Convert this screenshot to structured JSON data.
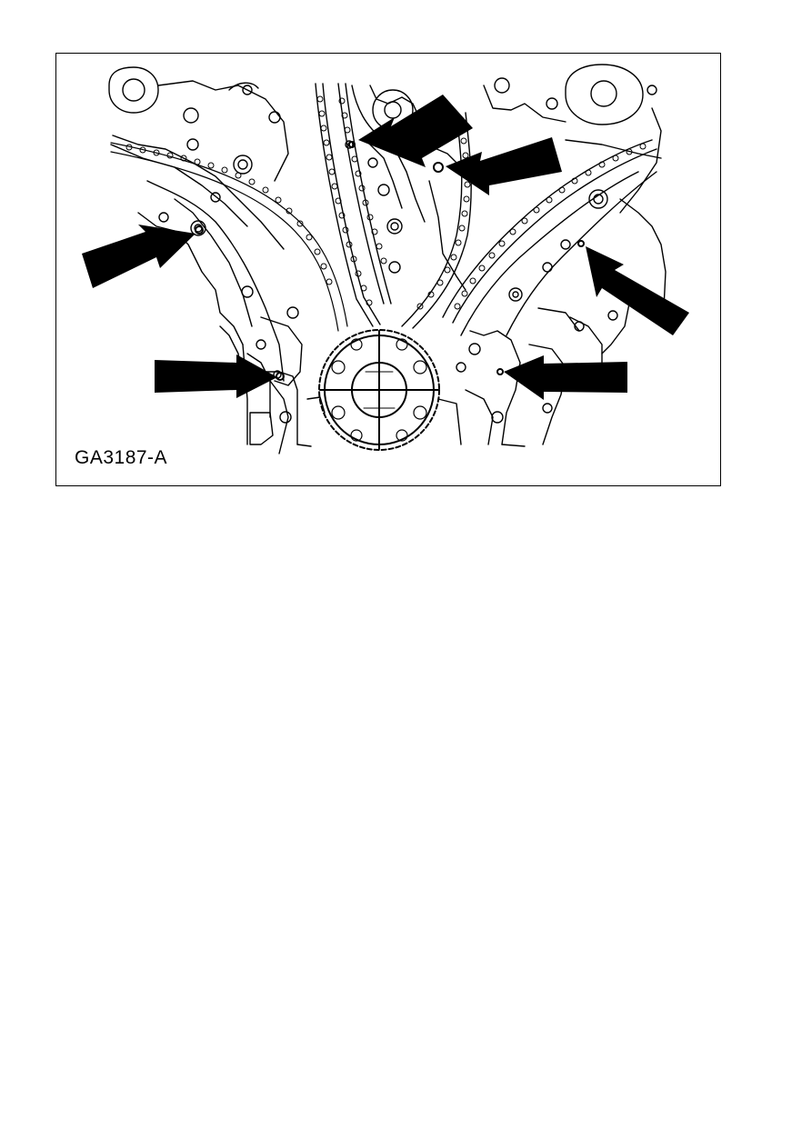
{
  "figure": {
    "label": "GA3187-A",
    "line_color": "#000000",
    "background": "#ffffff",
    "arrows": [
      {
        "id": "arrow-upper-center",
        "points_to": "timing-chain-guide-bolt"
      },
      {
        "id": "arrow-upper-right",
        "points_to": "timing-chain-guide-bolt"
      },
      {
        "id": "arrow-left",
        "points_to": "front-cover-bolt-hole"
      },
      {
        "id": "arrow-right",
        "points_to": "front-cover-bolt-hole"
      },
      {
        "id": "arrow-lower-left",
        "points_to": "front-cover-bolt-hole"
      },
      {
        "id": "arrow-lower-right",
        "points_to": "front-cover-bolt-hole"
      }
    ]
  }
}
